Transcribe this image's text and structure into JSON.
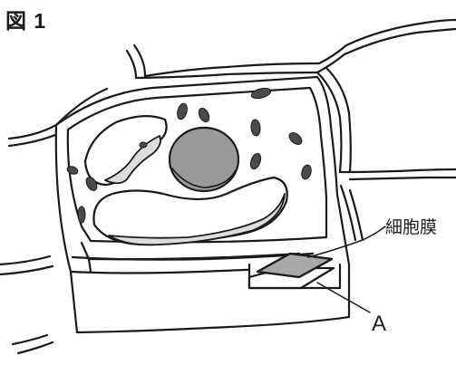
{
  "figure_title": "図 1",
  "labels": {
    "membrane": "細胞膜",
    "a": "A"
  },
  "colors": {
    "stroke": "#1a1a1a",
    "nucleus": "#9a9a9a",
    "chloroplast": "#4a4a4a",
    "membrane_sheet": "#a8a8a8",
    "vacuole_shade": "#dcdcdc"
  }
}
